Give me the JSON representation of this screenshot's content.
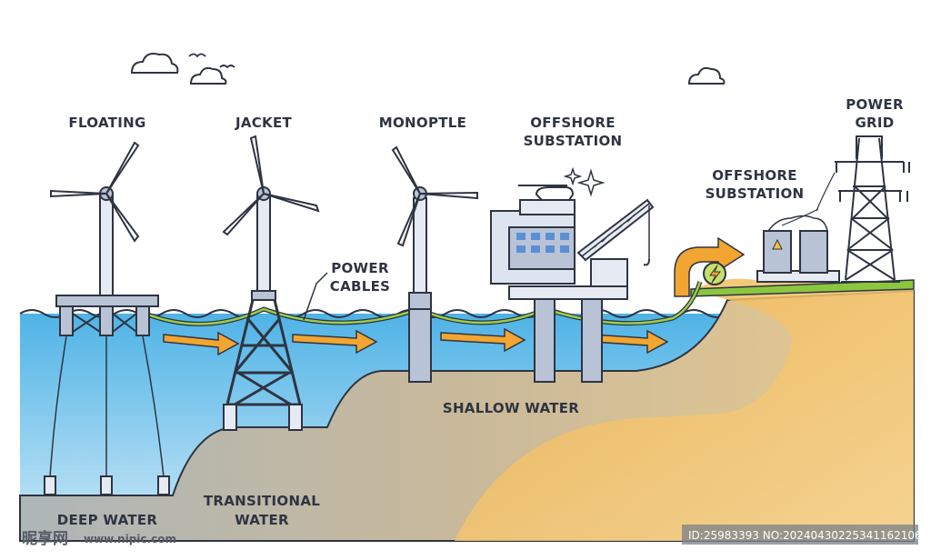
{
  "labels": {
    "floating": "FLOATING",
    "jacket": "JACKET",
    "monopile": "MONOPTLE",
    "offshore_substation_1": [
      "OFFSHORE",
      "SUBSTATION"
    ],
    "offshore_substation_2": [
      "OFFSHORE",
      "SUBSTATION"
    ],
    "power_grid": [
      "POWER",
      "GRID"
    ],
    "power_cables": [
      "POWER",
      "CABLES"
    ],
    "shallow_water": "SHALLOW WATER",
    "transitional_water": [
      "TRANSITIONAL",
      "WATER"
    ],
    "deep_water": "DEEP WATER"
  },
  "watermark": {
    "logo": "昵享网",
    "site": "www.nipic.com",
    "id_text": "ID:25983393 NO:20240430225341162106"
  },
  "colors": {
    "sea_top": "#4fb3e6",
    "sea_bottom": "#c5e6f7",
    "seabed": "#c9b99a",
    "sand": "#f3c26a",
    "arrow": "#f2a530",
    "outline": "#2f3442",
    "structure": "#b9c3d6"
  }
}
